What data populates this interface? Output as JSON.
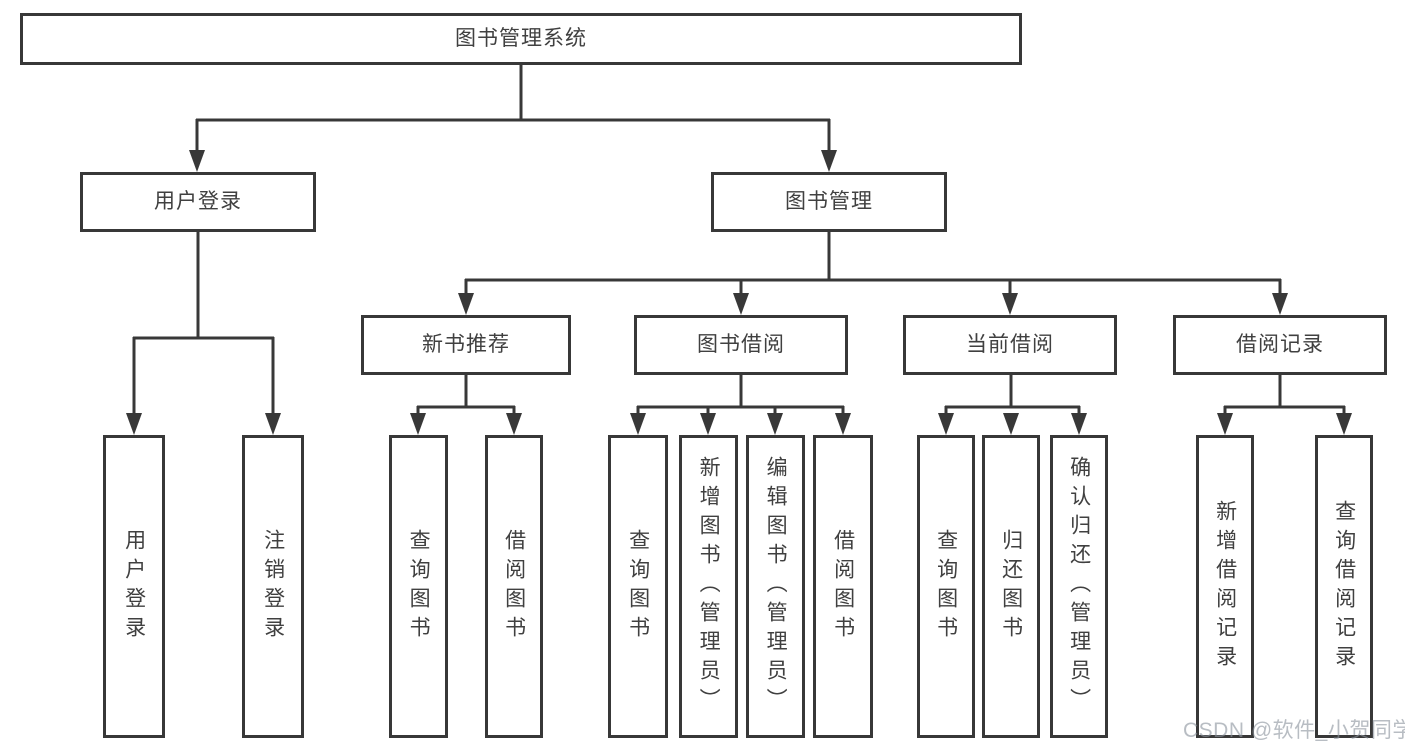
{
  "diagram": {
    "type": "tree",
    "root": "图书管理系统",
    "structure": {
      "图书管理系统": {
        "用户登录": [
          "用户登录",
          "注销登录"
        ],
        "图书管理": {
          "新书推荐": [
            "查询图书",
            "借阅图书"
          ],
          "图书借阅": [
            "查询图书",
            "新增图书（管理员）",
            "编辑图书（管理员）",
            "借阅图书"
          ],
          "当前借阅": [
            "查询图书",
            "归还图书",
            "确认归还（管理员）"
          ],
          "借阅记录": [
            "新增借阅记录",
            "查询借阅记录"
          ]
        }
      }
    }
  },
  "nodes": {
    "root": "图书管理系统",
    "user_login": "用户登录",
    "book_management": "图书管理",
    "new_book_recommend": "新书推荐",
    "book_borrow": "图书借阅",
    "current_borrow": "当前借阅",
    "borrow_record": "借阅记录",
    "leaf_user_login": "用户登录",
    "leaf_logout": "注销登录",
    "leaf_query_book_recommend": "查询图书",
    "leaf_borrow_book_recommend": "借阅图书",
    "leaf_query_book_borrow": "查询图书",
    "leaf_add_book_admin": "新增图书（管理员）",
    "leaf_edit_book_admin": "编辑图书（管理员）",
    "leaf_borrow_book_borrow": "借阅图书",
    "leaf_query_book_current": "查询图书",
    "leaf_return_book": "归还图书",
    "leaf_confirm_return_admin": "确认归还（管理员）",
    "leaf_add_borrow_record": "新增借阅记录",
    "leaf_query_borrow_record": "查询借阅记录"
  },
  "watermark": "CSDN @软件_小贺同学",
  "colors": {
    "line": "#383838",
    "box_border": "#383838",
    "text": "#404040",
    "background": "#ffffff",
    "watermark": "#8c949e"
  }
}
